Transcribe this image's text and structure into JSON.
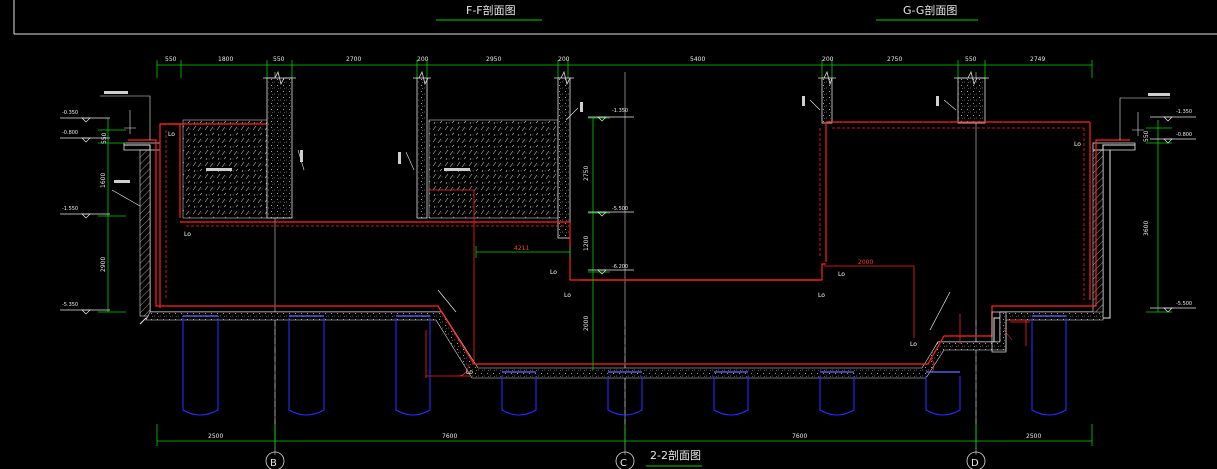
{
  "titles": {
    "ff": "F-F剖面图",
    "gg": "G-G剖面图",
    "section": "2-2剖面图"
  },
  "dims_top": [
    "550",
    "1800",
    "550",
    "2700",
    "200",
    "2950",
    "200",
    "5400",
    "200",
    "2750",
    "550",
    "2749"
  ],
  "dims_bottom": [
    "2500",
    "7600",
    "7600",
    "2500"
  ],
  "dims_left": [
    "550",
    "1600",
    "2900"
  ],
  "dims_right": [
    "550",
    "3600"
  ],
  "dims_inner": [
    "2750",
    "1200",
    "2000"
  ],
  "red_dims": [
    "4211",
    "2000"
  ],
  "elevations_left": [
    "-0.350",
    "-0.800",
    "-1.550",
    "-5.350"
  ],
  "elevations_mid": [
    "-1.350",
    "-5.500",
    "-6.200"
  ],
  "elevations_right": [
    "-1.350",
    "-0.800",
    "-5.500"
  ],
  "lap_label": "Lo",
  "grid_labels": [
    "B",
    "C",
    "D"
  ],
  "colors": {
    "background": "#000000",
    "slab": "#ff2020",
    "dimension": "#00d000",
    "structure": "#e8e8e8",
    "piles": "#2a2aff",
    "axis": "#e0e0e0",
    "hatch": "#c8c8c8"
  }
}
